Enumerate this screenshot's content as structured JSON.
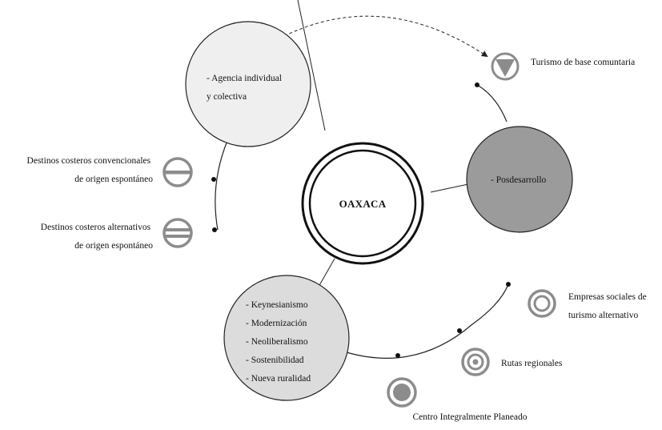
{
  "center": {
    "title": "OAXACA"
  },
  "nodes": {
    "agencia": {
      "lines": [
        "- Agencia individual",
        "y colectiva"
      ]
    },
    "posdesarrollo": {
      "lines": [
        "- Posdesarrollo"
      ]
    },
    "modelos": {
      "lines": [
        "- Keynesianismo",
        "- Modernización",
        "- Neoliberalismo",
        "- Sostenibilidad",
        "- Nueva ruralidad"
      ]
    }
  },
  "outcomes": {
    "turismo_base": {
      "lines": [
        "Turismo de base comuntaria"
      ]
    },
    "costeros_convencionales": {
      "lines": [
        "Destinos costeros convencionales",
        "de origen espontáneo"
      ]
    },
    "costeros_alternativos": {
      "lines": [
        "Destinos costeros alternativos",
        "de origen espontáneo"
      ]
    },
    "empresas_sociales": {
      "lines": [
        "Empresas sociales de",
        "turismo alternativo"
      ]
    },
    "rutas_regionales": {
      "lines": [
        "Rutas regionales"
      ]
    },
    "centro_integral": {
      "lines": [
        "Centro Integralmente Planeado"
      ]
    }
  },
  "colors": {
    "agencia_fill": "#efefef",
    "posdesarrollo_fill": "#9b9b9b",
    "modelos_fill": "#dcdcdc",
    "symbol_gray": "#8c8c8c",
    "line": "#222222"
  },
  "icons": {
    "turismo_base": "triangle-down-in-circle-icon",
    "costeros_convencionales": "circle-one-bar-icon",
    "costeros_alternativos": "circle-two-bars-icon",
    "empresas_sociales": "double-ring-icon",
    "rutas_regionales": "target-icon",
    "centro_integral": "filled-circle-ring-icon"
  }
}
